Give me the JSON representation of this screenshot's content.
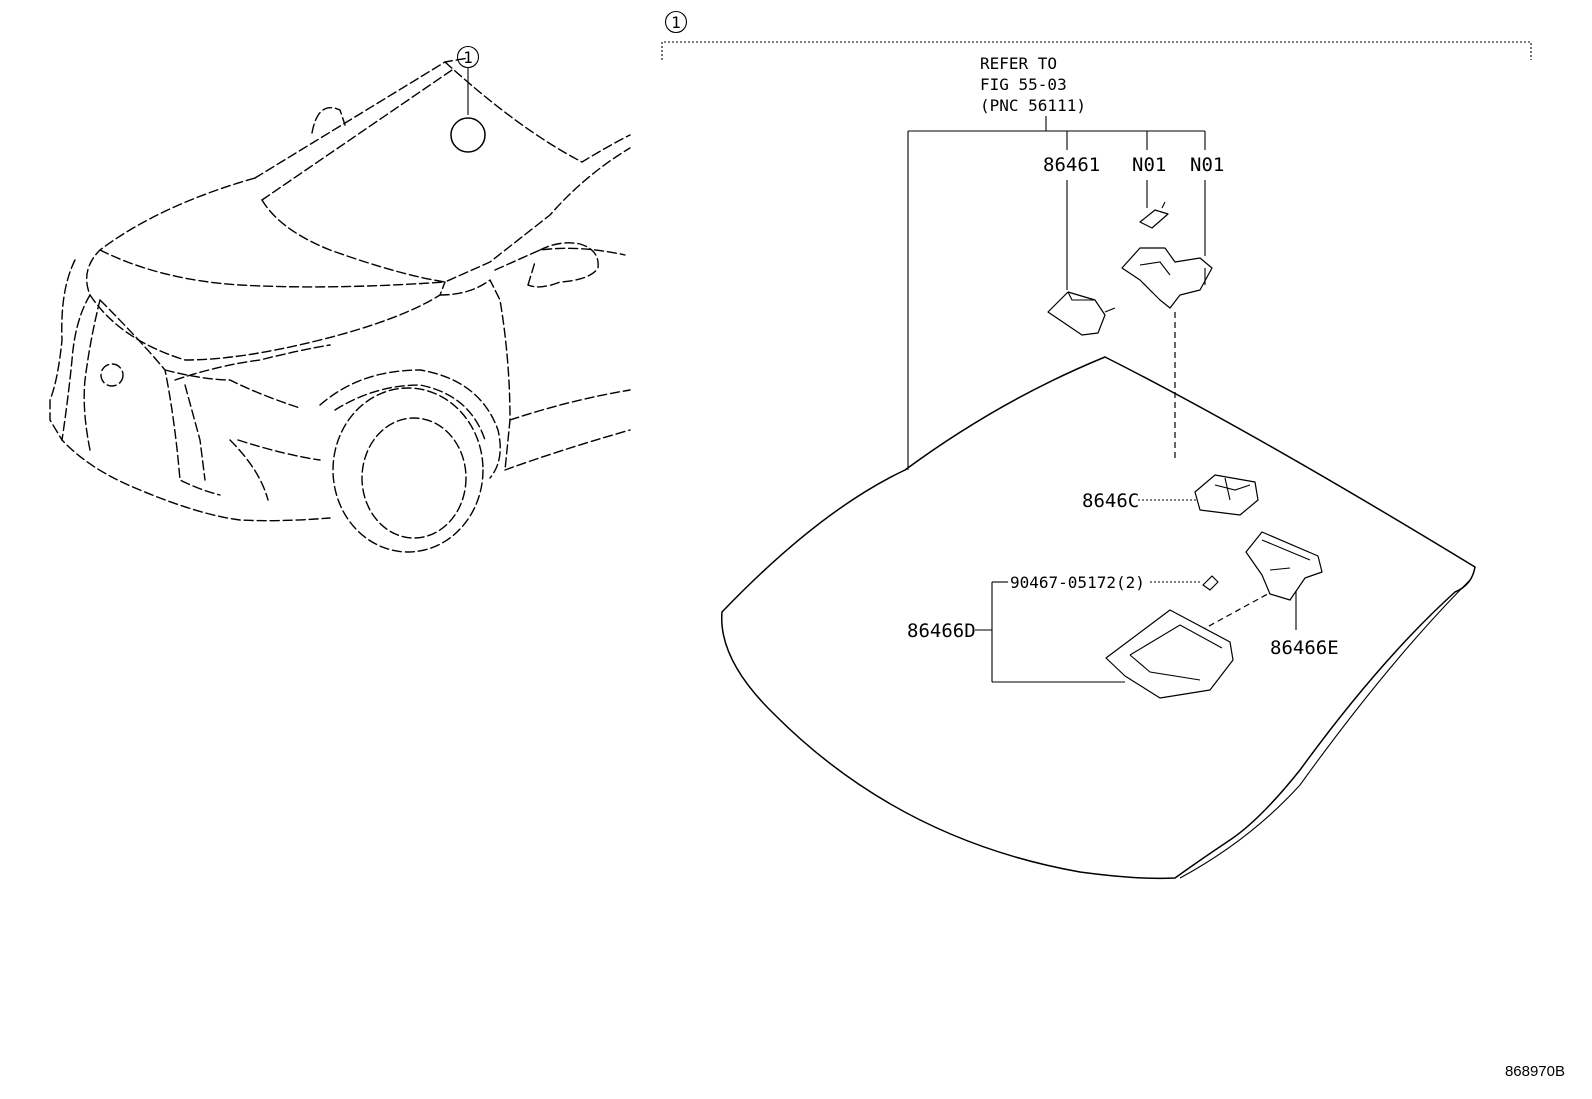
{
  "diagram": {
    "overview_callout": "1",
    "group_callout": "1",
    "reference_note": [
      "REFER TO",
      "FIG 55-03",
      "(PNC 56111)"
    ],
    "parts": {
      "p86461": "86461",
      "n01_a": "N01",
      "n01_b": "N01",
      "p8646c": "8646C",
      "p90467": "90467-05172(2)",
      "p86466d": "86466D",
      "p86466e": "86466E"
    },
    "illustration_code": "868970B"
  }
}
